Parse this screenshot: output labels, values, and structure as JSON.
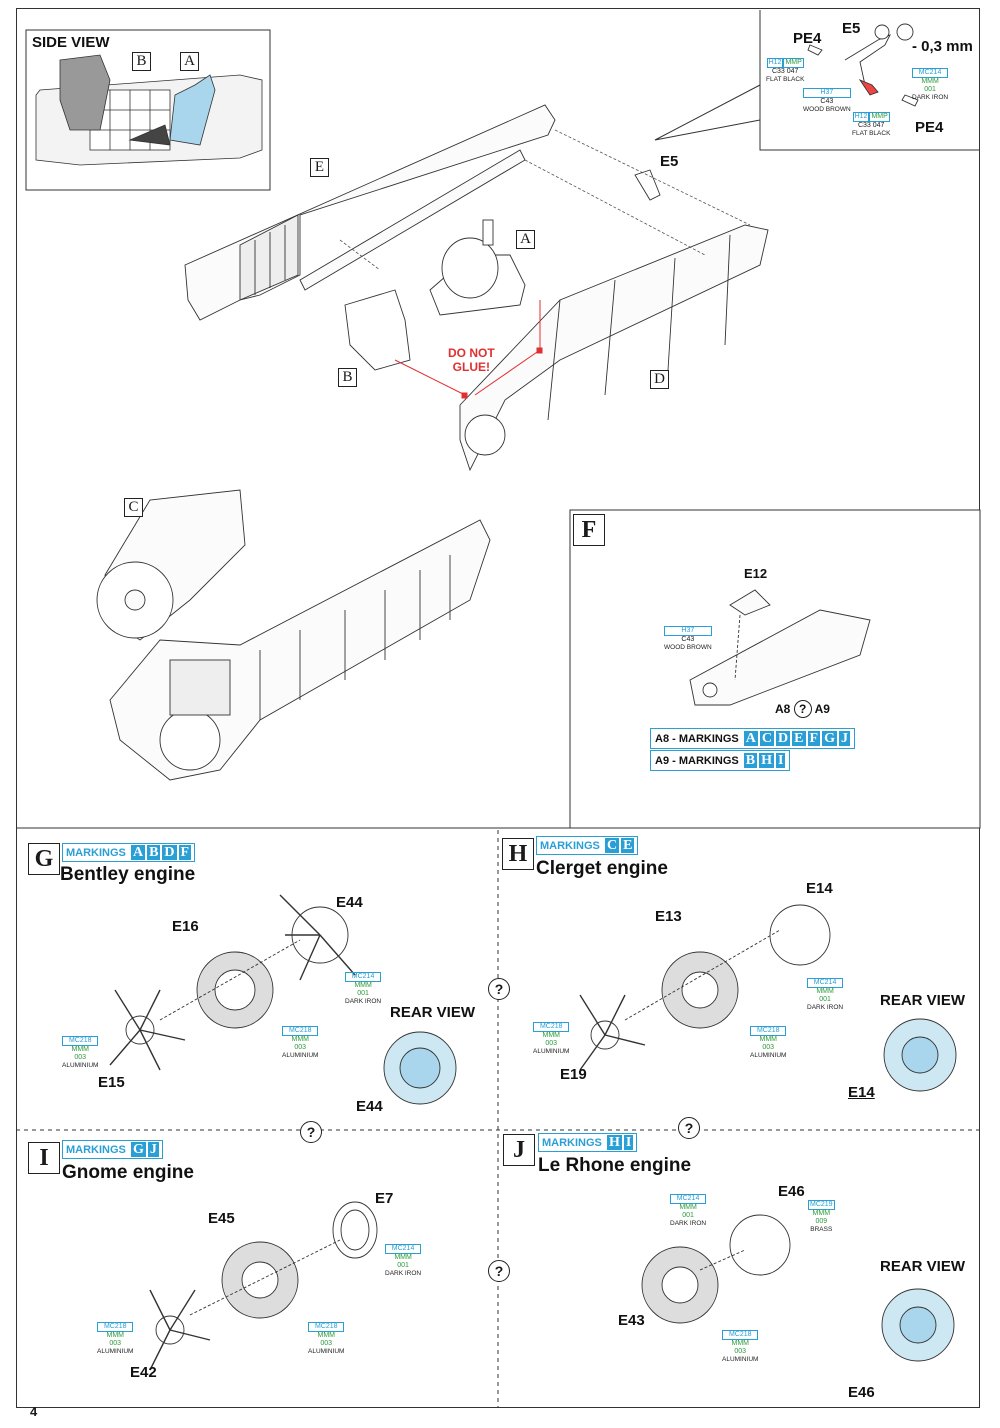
{
  "page_number": "4",
  "side_view": {
    "title": "SIDE VIEW",
    "label_a": "A",
    "label_b": "B"
  },
  "fuselage": {
    "label_a": "A",
    "label_b": "B",
    "label_d": "D",
    "label_e": "E",
    "part_e5": "E5",
    "warning": [
      "DO NOT",
      "GLUE!"
    ]
  },
  "detail": {
    "pe4_top": "PE4",
    "pe4_bottom": "PE4",
    "e5": "E5",
    "size": "- 0,3 mm",
    "c1": {
      "h": "H12",
      "g": "MMP",
      "c": "C33",
      "n": "047",
      "name": "FLAT BLACK"
    },
    "c2": {
      "h": "H37",
      "c": "C43",
      "name": "WOOD BROWN"
    },
    "c3": {
      "h": "H12",
      "g": "MMP",
      "c": "C33",
      "n": "047",
      "name": "FLAT BLACK"
    },
    "c4": {
      "b": "MC214",
      "m": "MMM",
      "n": "001",
      "name": "DARK IRON"
    }
  },
  "section_c": {
    "label": "C"
  },
  "section_f": {
    "label": "F",
    "part": "E12",
    "color": {
      "h": "H37",
      "c": "C43",
      "name": "WOOD BROWN"
    },
    "choice": {
      "a": "A8",
      "b": "A9"
    },
    "row1": {
      "prefix": "A8 - MARKINGS",
      "letters": [
        "A",
        "C",
        "D",
        "E",
        "F",
        "G",
        "J"
      ]
    },
    "row2": {
      "prefix": "A9 - MARKINGS",
      "letters": [
        "B",
        "H",
        "I"
      ]
    }
  },
  "engines": [
    {
      "box": "G",
      "markings": "MARKINGS",
      "letters": [
        "A",
        "B",
        "D",
        "F"
      ],
      "title": "Bentley engine",
      "parts": {
        "p1": "E44",
        "p2": "E16",
        "p3": "E15",
        "rear": "E44"
      },
      "rear_view": "REAR VIEW",
      "colors": [
        {
          "b": "MC214",
          "m": "MMM",
          "n": "001",
          "name": "DARK IRON"
        },
        {
          "b": "MC218",
          "m": "MMM",
          "n": "003",
          "name": "ALUMINIUM"
        },
        {
          "b": "MC218",
          "m": "MMM",
          "n": "003",
          "name": "ALUMINIUM"
        }
      ]
    },
    {
      "box": "H",
      "markings": "MARKINGS",
      "letters": [
        "C",
        "E"
      ],
      "title": "Clerget engine",
      "parts": {
        "p1": "E14",
        "p2": "E13",
        "p3": "E19",
        "rear": "E14"
      },
      "rear_view": "REAR VIEW",
      "colors": [
        {
          "b": "MC214",
          "m": "MMM",
          "n": "001",
          "name": "DARK IRON"
        },
        {
          "b": "MC218",
          "m": "MMM",
          "n": "003",
          "name": "ALUMINIUM"
        },
        {
          "b": "MC218",
          "m": "MMM",
          "n": "003",
          "name": "ALUMINIUM"
        }
      ]
    },
    {
      "box": "I",
      "markings": "MARKINGS",
      "letters": [
        "G",
        "J"
      ],
      "title": "Gnome engine",
      "parts": {
        "p1": "E7",
        "p2": "E45",
        "p3": "E42"
      },
      "colors": [
        {
          "b": "MC214",
          "m": "MMM",
          "n": "001",
          "name": "DARK IRON"
        },
        {
          "b": "MC218",
          "m": "MMM",
          "n": "003",
          "name": "ALUMINIUM"
        },
        {
          "b": "MC218",
          "m": "MMM",
          "n": "003",
          "name": "ALUMINIUM"
        }
      ]
    },
    {
      "box": "J",
      "markings": "MARKINGS",
      "letters": [
        "H",
        "I"
      ],
      "title": "Le Rhone engine",
      "parts": {
        "p1": "E46",
        "p2": "E43",
        "rear": "E46"
      },
      "rear_view": "REAR VIEW",
      "colors": [
        {
          "b": "MC214",
          "m": "MMM",
          "n": "001",
          "name": "DARK IRON"
        },
        {
          "b": "MC219",
          "m": "MMM",
          "n": "009",
          "name": "BRASS"
        },
        {
          "b": "MC218",
          "m": "MMM",
          "n": "003",
          "name": "ALUMINIUM"
        }
      ]
    }
  ],
  "question_mark": "?"
}
